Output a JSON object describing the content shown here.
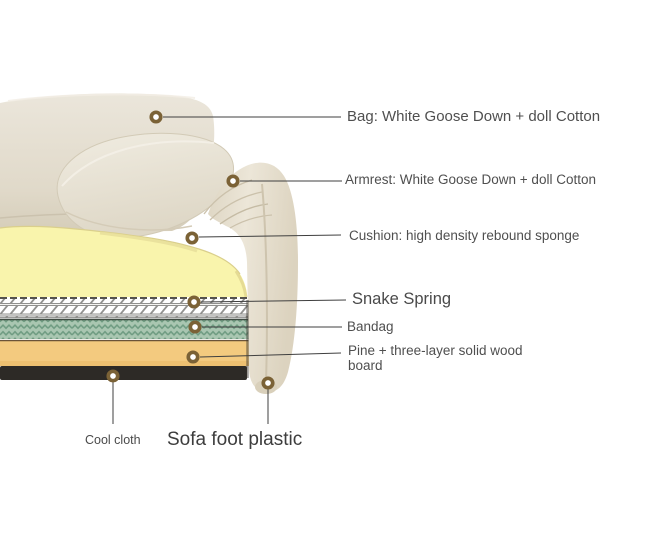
{
  "diagram_type": "sofa-material-cross-section",
  "callouts": [
    {
      "id": "bag",
      "label": "Bag: White Goose Down + doll Cotton"
    },
    {
      "id": "armrest",
      "label": "Armrest: White Goose Down + doll Cotton"
    },
    {
      "id": "cushion",
      "label": "Cushion: high density rebound sponge"
    },
    {
      "id": "snake-spring",
      "label": "Snake Spring"
    },
    {
      "id": "bandag",
      "label": "Bandag"
    },
    {
      "id": "wood-board",
      "label": "Pine + three-layer solid wood board"
    },
    {
      "id": "cool-cloth",
      "label": "Cool cloth"
    },
    {
      "id": "sofa-foot",
      "label": "Sofa foot plastic"
    }
  ],
  "colors": {
    "background": "#ffffff",
    "fabric_beige": "#E7E1D3",
    "fabric_shadow": "#D7CFBC",
    "cushion_foam_yellow": "#F9F4AC",
    "spring_layer_bg": "#F4F4F1",
    "spring_pattern_line": "#90908E",
    "bandag_green": "#A9C6B1",
    "bandag_zigzag": "#6E9B81",
    "wood_tan": "#F3CA7F",
    "base_black": "#2D2A26",
    "marker_ring_brown": "#7B6236",
    "callout_line": "#3f3f3f",
    "label_text": "#4f4f4f"
  }
}
